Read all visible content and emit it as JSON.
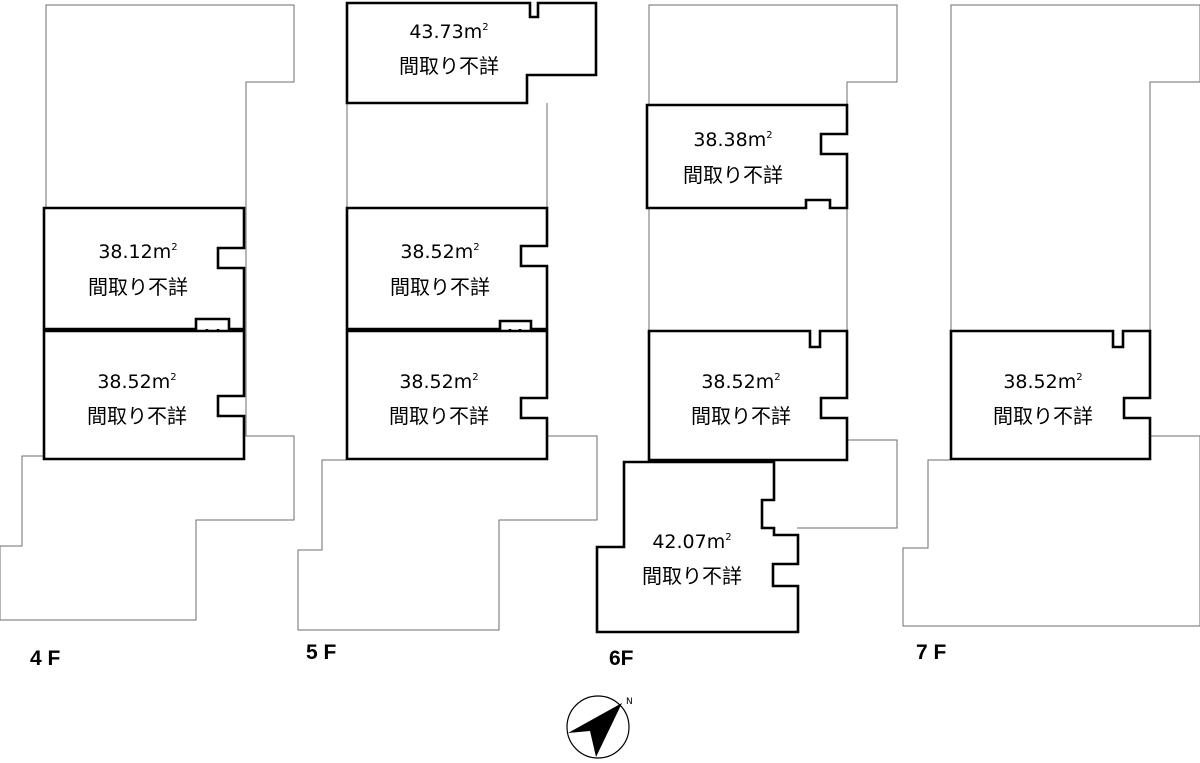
{
  "floors": [
    {
      "label": "4 F",
      "units": [
        {
          "area": "38.12",
          "unit_mark": "m",
          "sup": "2",
          "layout": "間取り不詳"
        },
        {
          "area": "38.52",
          "unit_mark": "m",
          "sup": "2",
          "layout": "間取り不詳"
        }
      ]
    },
    {
      "label": "5 F",
      "units": [
        {
          "area": "43.73",
          "unit_mark": "m",
          "sup": "2",
          "layout": "間取り不詳"
        },
        {
          "area": "38.52",
          "unit_mark": "m",
          "sup": "2",
          "layout": "間取り不詳"
        },
        {
          "area": "38.52",
          "unit_mark": "m",
          "sup": "2",
          "layout": "間取り不詳"
        }
      ]
    },
    {
      "label": "6F",
      "units": [
        {
          "area": "38.38",
          "unit_mark": "m",
          "sup": "2",
          "layout": "間取り不詳"
        },
        {
          "area": "38.52",
          "unit_mark": "m",
          "sup": "2",
          "layout": "間取り不詳"
        },
        {
          "area": "42.07",
          "unit_mark": "m",
          "sup": "2",
          "layout": "間取り不詳"
        }
      ]
    },
    {
      "label": "7 F",
      "units": [
        {
          "area": "38.52",
          "unit_mark": "m",
          "sup": "2",
          "layout": "間取り不詳"
        }
      ]
    }
  ],
  "compass": {
    "north_label": "N",
    "icon": "compass-north-arrow-icon"
  },
  "colors": {
    "unit_border": "#000000",
    "building_outline": "#6e6e6e",
    "background": "#ffffff"
  }
}
